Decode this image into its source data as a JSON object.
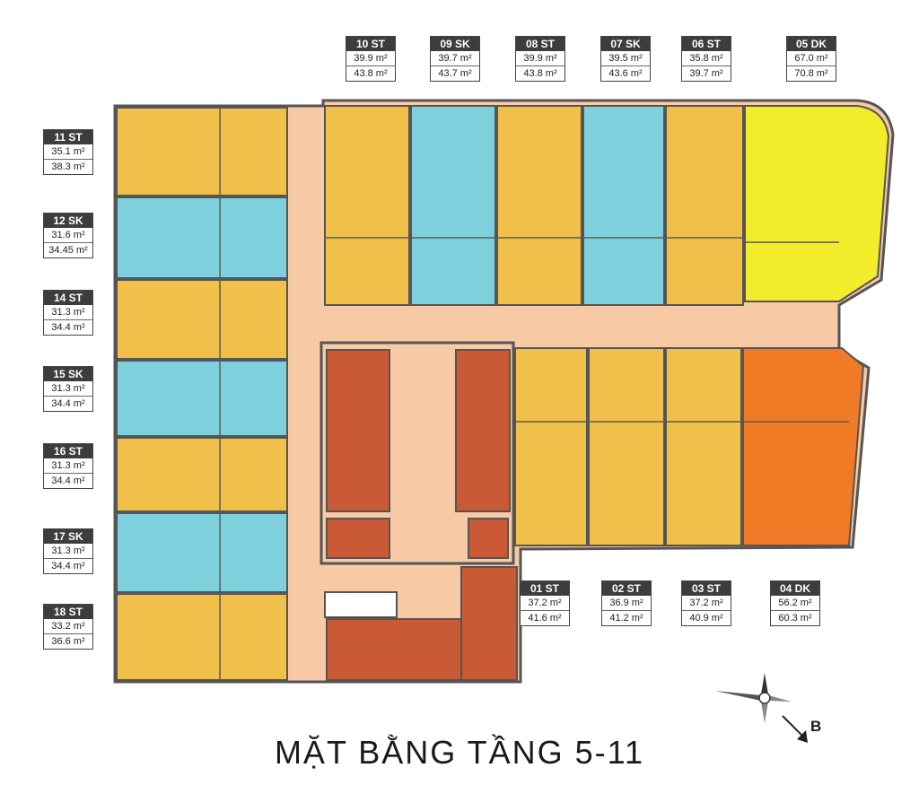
{
  "title": "MẶT BẰNG TẦNG 5-11",
  "compass_letter": "B",
  "colors": {
    "ST": "#f0c04a",
    "SK": "#7ed0dc",
    "DK_north": "#f2ec2a",
    "DK_south": "#f07a25",
    "corridor": "#f7c9a5",
    "core": "#c95a35",
    "wall": "#555555"
  },
  "units": [
    {
      "code": "11 ST",
      "area1": "35.1 m²",
      "area2": "38.3 m²"
    },
    {
      "code": "12 SK",
      "area1": "31.6 m²",
      "area2": "34.45 m²"
    },
    {
      "code": "14 ST",
      "area1": "31.3 m²",
      "area2": "34.4 m²"
    },
    {
      "code": "15 SK",
      "area1": "31.3 m²",
      "area2": "34.4 m²"
    },
    {
      "code": "16 ST",
      "area1": "31.3 m²",
      "area2": "34.4 m²"
    },
    {
      "code": "17 SK",
      "area1": "31.3 m²",
      "area2": "34.4 m²"
    },
    {
      "code": "18 ST",
      "area1": "33.2 m²",
      "area2": "36.6 m²"
    },
    {
      "code": "10 ST",
      "area1": "39.9 m²",
      "area2": "43.8 m²"
    },
    {
      "code": "09 SK",
      "area1": "39.7 m²",
      "area2": "43.7 m²"
    },
    {
      "code": "08 ST",
      "area1": "39.9 m²",
      "area2": "43.8 m²"
    },
    {
      "code": "07 SK",
      "area1": "39.5 m²",
      "area2": "43.6 m²"
    },
    {
      "code": "06 ST",
      "area1": "35.8 m²",
      "area2": "39.7 m²"
    },
    {
      "code": "05 DK",
      "area1": "67.0 m²",
      "area2": "70.8 m²"
    },
    {
      "code": "01 ST",
      "area1": "37.2 m²",
      "area2": "41.6 m²"
    },
    {
      "code": "02 ST",
      "area1": "36.9 m²",
      "area2": "41.2 m²"
    },
    {
      "code": "03 ST",
      "area1": "37.2 m²",
      "area2": "40.9 m²"
    },
    {
      "code": "04 DK",
      "area1": "56.2 m²",
      "area2": "60.3 m²"
    }
  ]
}
